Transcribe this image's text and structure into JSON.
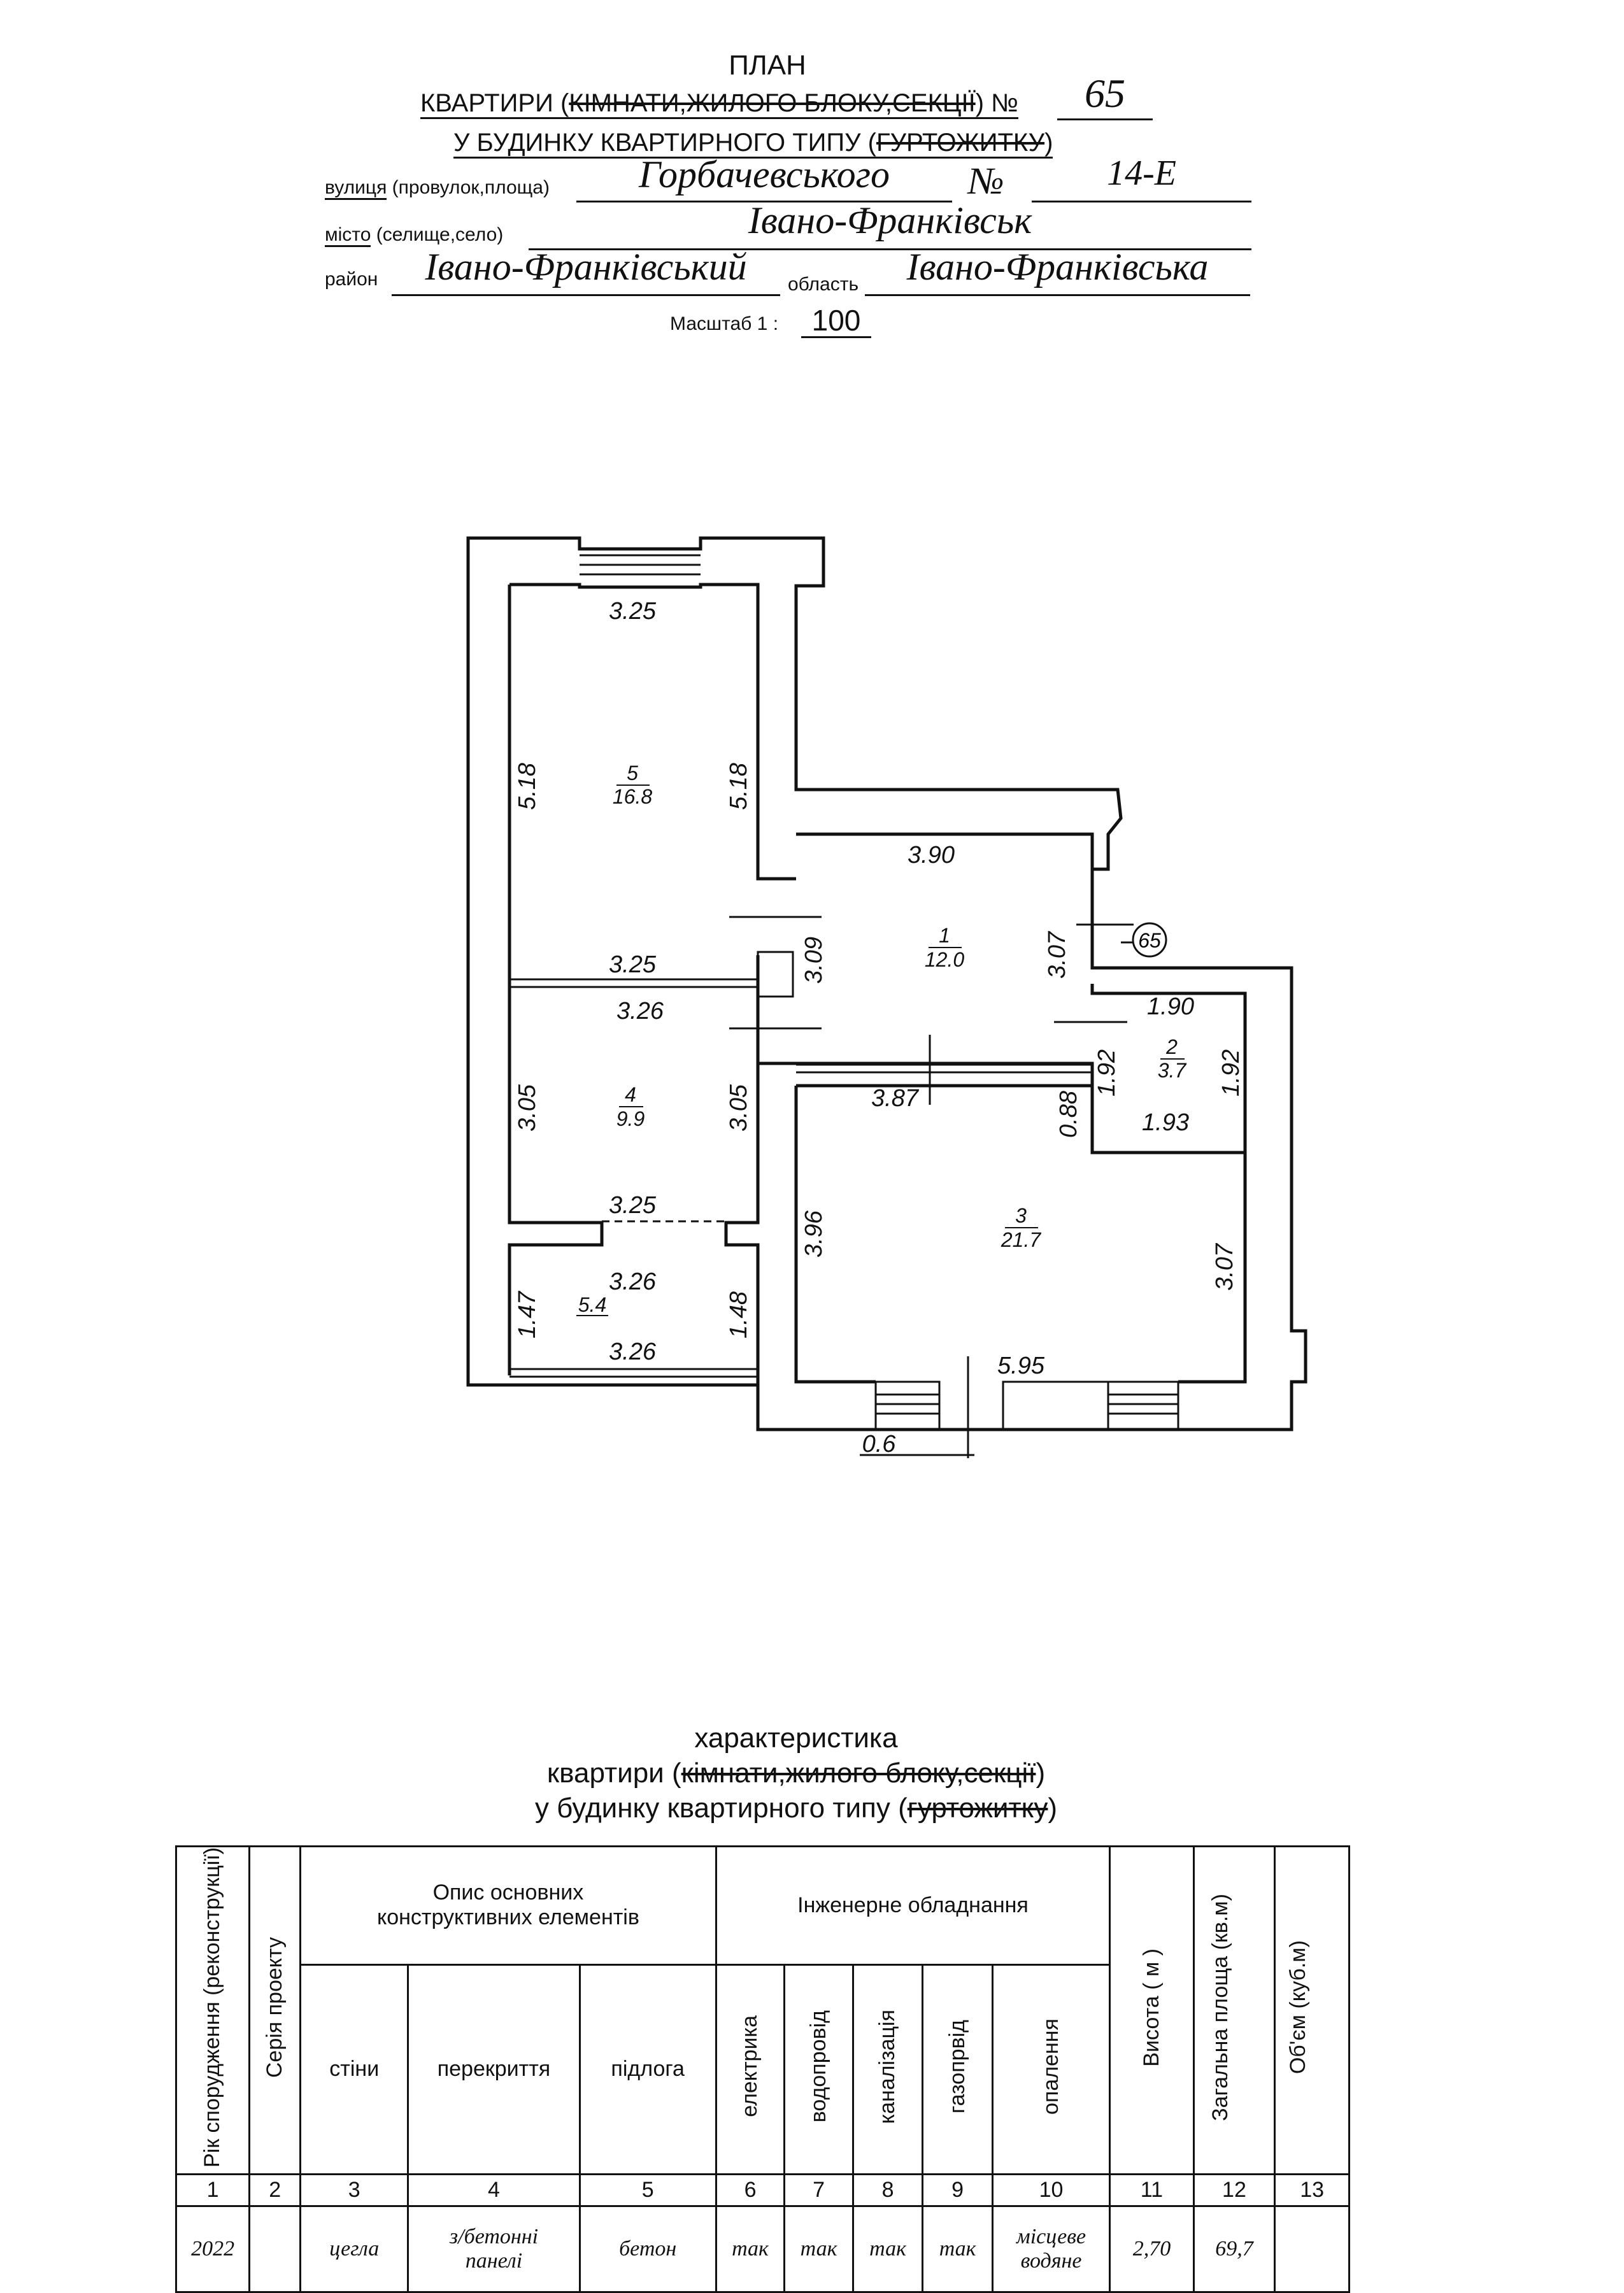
{
  "header": {
    "title": "ПЛАН",
    "line1_prefix": "КВАРТИРИ (",
    "line1_struck": "КІМНАТИ,ЖИЛОГО БЛОКУ,СЕКЦІЇ",
    "line1_suffix": ") №",
    "apartment_no": "65",
    "line2_prefix": "У БУДИНКУ КВАРТИРНОГО ТИПУ (",
    "line2_struck": "ГУРТОЖИТКУ",
    "line2_suffix": ")",
    "street_label_main": "вулиця",
    "street_label_rest": " (провулок,площа)",
    "street": "Горбачевського",
    "no_label": "№",
    "house_no": "14-Е",
    "city_label_main": "місто",
    "city_label_rest": " (селище,село)",
    "city": "Івано-Франківськ",
    "district_label": "район",
    "district": "Івано-Франківський",
    "region_label": "область",
    "region": "Івано-Франківська",
    "scale_label": "Масштаб 1 :",
    "scale": "100"
  },
  "plan": {
    "rooms": [
      {
        "no": "5",
        "area": "16.8"
      },
      {
        "no": "1",
        "area": "12.0"
      },
      {
        "no": "4",
        "area": "9.9"
      },
      {
        "no": "2",
        "area": "3.7"
      },
      {
        "no": "3",
        "area": "21.7"
      },
      {
        "no": "",
        "area": "5.4"
      }
    ],
    "dimensions": {
      "r5_top": "3.25",
      "r5_left": "5.18",
      "r5_right": "5.18",
      "r5_bottom": "3.25",
      "r4_top": "3.26",
      "r4_left": "3.05",
      "r4_right": "3.05",
      "r4_bottom": "3.25",
      "balc_top": "3.26",
      "balc_left": "1.47",
      "balc_right": "1.48",
      "balc_bottom": "3.26",
      "r1_top": "3.90",
      "r1_left": "3.09",
      "r1_right": "3.07",
      "r2_top": "1.90",
      "r2_left": "1.92",
      "r2_right": "1.92",
      "r2_bottom": "1.93",
      "r3_top": "3.87",
      "r3_left": "3.96",
      "r3_right": "3.07",
      "r3_bottom": "5.95",
      "door": "0.88",
      "sill": "0.6"
    },
    "apartment_marker": "65"
  },
  "characteristics": {
    "title": "характеристика",
    "line1_prefix": "квартири (",
    "line1_struck": "кімнати,жилого блоку,секції",
    "line1_suffix": ")",
    "line2_prefix": "у будинку квартирного типу (",
    "line2_struck": "гуртожитку",
    "line2_suffix": ")",
    "headers": {
      "year": "Рік спорудження (реконструкції)",
      "series": "Серія проекту",
      "elements": "Опис основних конструктивних елементів",
      "walls": "стіни",
      "floors_between": "перекриття",
      "floor": "підлога",
      "engineering": "Інженерне обладнання",
      "electric": "електрика",
      "water": "водопровід",
      "sewer": "каналізація",
      "gas": "газопрвід",
      "heating": "опалення",
      "height": "Висота ( м )",
      "area": "Загальна площа (кв.м)",
      "volume": "Об'єм (куб.м)"
    },
    "numbers": [
      "1",
      "2",
      "3",
      "4",
      "5",
      "6",
      "7",
      "8",
      "9",
      "10",
      "11",
      "12",
      "13"
    ],
    "row": {
      "year": "2022",
      "series": "",
      "walls": "цегла",
      "floors_between_1": "з/бетонні",
      "floors_between_2": "панелі",
      "floor": "бетон",
      "electric": "так",
      "water": "так",
      "sewer": "так",
      "gas": "так",
      "heating_1": "місцеве",
      "heating_2": "водяне",
      "height": "2,70",
      "area": "69,7",
      "volume": ""
    }
  }
}
